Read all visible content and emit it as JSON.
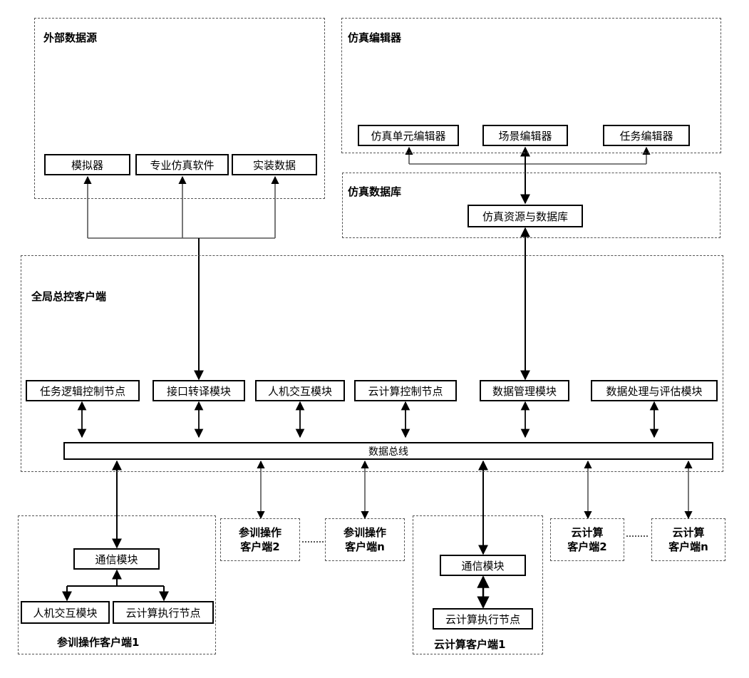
{
  "groups": {
    "external": "外部数据源",
    "editor": "仿真编辑器",
    "database": "仿真数据库",
    "global": "全局总控客户端",
    "trainee1": "参训操作客户端1",
    "cloud1": "云计算客户端1"
  },
  "external_items": [
    "模拟器",
    "专业仿真软件",
    "实装数据"
  ],
  "editor_items": [
    "仿真单元编辑器",
    "场景编辑器",
    "任务编辑器"
  ],
  "database_item": "仿真资源与数据库",
  "global_modules": [
    "任务逻辑控制节点",
    "接口转译模块",
    "人机交互模块",
    "云计算控制节点",
    "数据管理模块",
    "数据处理与评估模块"
  ],
  "bus": "数据总线",
  "trainee1": {
    "comm": "通信模块",
    "hmi": "人机交互模块",
    "exec": "云计算执行节点"
  },
  "trainee_others": [
    {
      "line1": "参训操作",
      "line2": "客户端2"
    },
    {
      "line1": "参训操作",
      "line2": "客户端n"
    }
  ],
  "cloud1": {
    "comm": "通信模块",
    "exec": "云计算执行节点"
  },
  "cloud_others": [
    {
      "line1": "云计算",
      "line2": "客户端2"
    },
    {
      "line1": "云计算",
      "line2": "客户端n"
    }
  ]
}
